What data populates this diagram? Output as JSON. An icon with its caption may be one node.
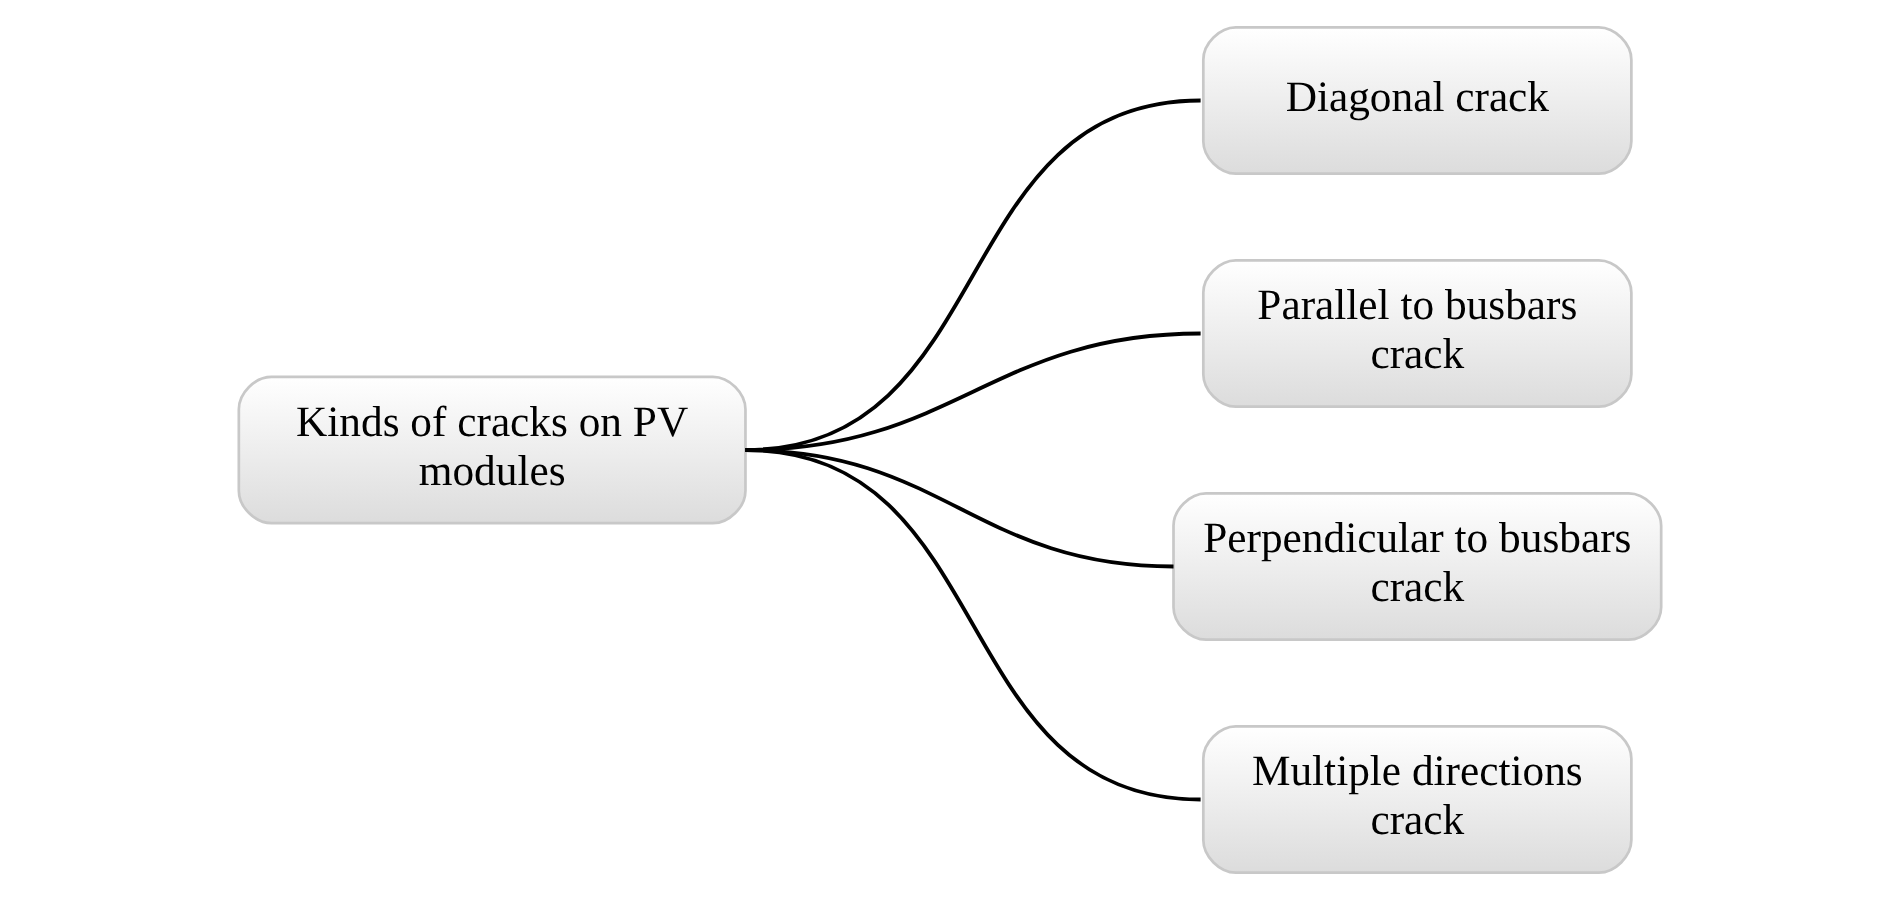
{
  "diagram": {
    "nodes": [
      {
        "text": [
          "Kinds of cracks on PV modules"
        ]
      },
      {
        "text": [
          "Diagonal crack"
        ]
      },
      {
        "text": [
          "Parallel to busbars crack"
        ]
      },
      {
        "text": [
          "Perpendicular to busbars crack"
        ]
      },
      {
        "text": [
          "Multiple directions crack"
        ]
      }
    ],
    "edges": [
      {
        "from": 0,
        "to": 1,
        "arrow": "none"
      },
      {
        "from": 0,
        "to": 2,
        "arrow": "none"
      },
      {
        "from": 0,
        "to": 3,
        "arrow": "none"
      },
      {
        "from": 0,
        "to": 4,
        "arrow": "none"
      }
    ]
  }
}
